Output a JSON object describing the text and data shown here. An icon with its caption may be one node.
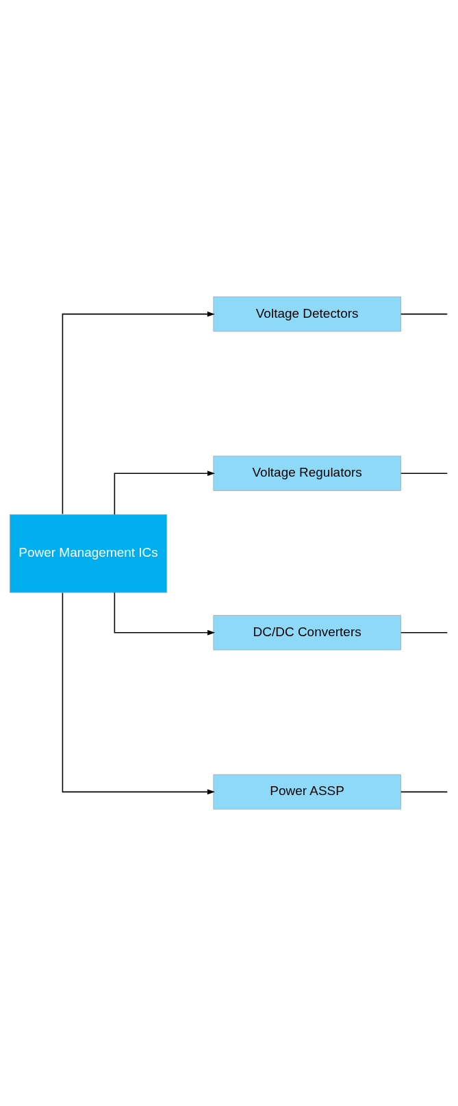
{
  "diagram": {
    "nodes": [
      {
        "text": [
          "Power Management ICs"
        ]
      },
      {
        "text": [
          "Voltage Detectors"
        ]
      },
      {
        "text": [
          "Voltage Regulators"
        ]
      },
      {
        "text": [
          "DC/DC Converters"
        ]
      },
      {
        "text": [
          "Power ASSP"
        ]
      }
    ],
    "edges": [
      {
        "from": 0,
        "to": 1,
        "arrow": "to"
      },
      {
        "from": 0,
        "to": 2,
        "arrow": "to"
      },
      {
        "from": 0,
        "to": 3,
        "arrow": "to"
      },
      {
        "from": 0,
        "to": 4,
        "arrow": "to"
      },
      {
        "from": 1,
        "to": null,
        "arrow": "none"
      },
      {
        "from": 2,
        "to": null,
        "arrow": "none"
      },
      {
        "from": 3,
        "to": null,
        "arrow": "none"
      },
      {
        "from": 4,
        "to": null,
        "arrow": "none"
      }
    ]
  }
}
